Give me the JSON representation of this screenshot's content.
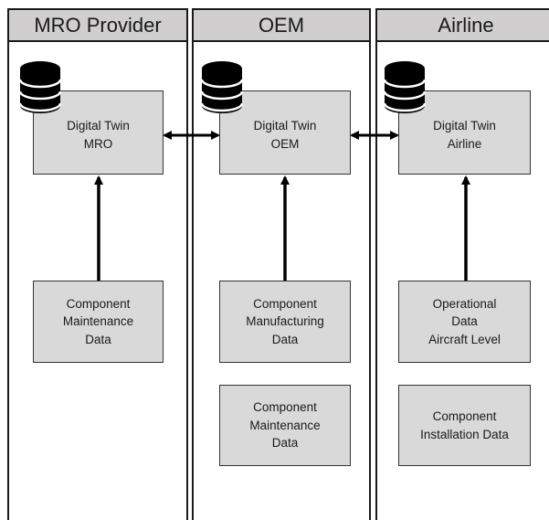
{
  "lanes": {
    "mro": {
      "title": "MRO Provider"
    },
    "oem": {
      "title": "OEM"
    },
    "airline": {
      "title": "Airline"
    }
  },
  "nodes": {
    "twin_mro": "Digital Twin\nMRO",
    "twin_oem": "Digital Twin\nOEM",
    "twin_airline": "Digital Twin\nAirline",
    "mro_maintenance": "Component\nMaintenance\nData",
    "oem_manufacturing": "Component\nManufacturing\nData",
    "oem_maintenance": "Component\nMaintenance\nData",
    "airline_operational": "Operational\nData\nAircraft Level",
    "airline_installation": "Component\nInstallation Data"
  },
  "icons": {
    "database": "database-icon"
  },
  "colors": {
    "header_fill": "#d0cece",
    "box_fill": "#d9d9d9",
    "line": "#000000"
  }
}
